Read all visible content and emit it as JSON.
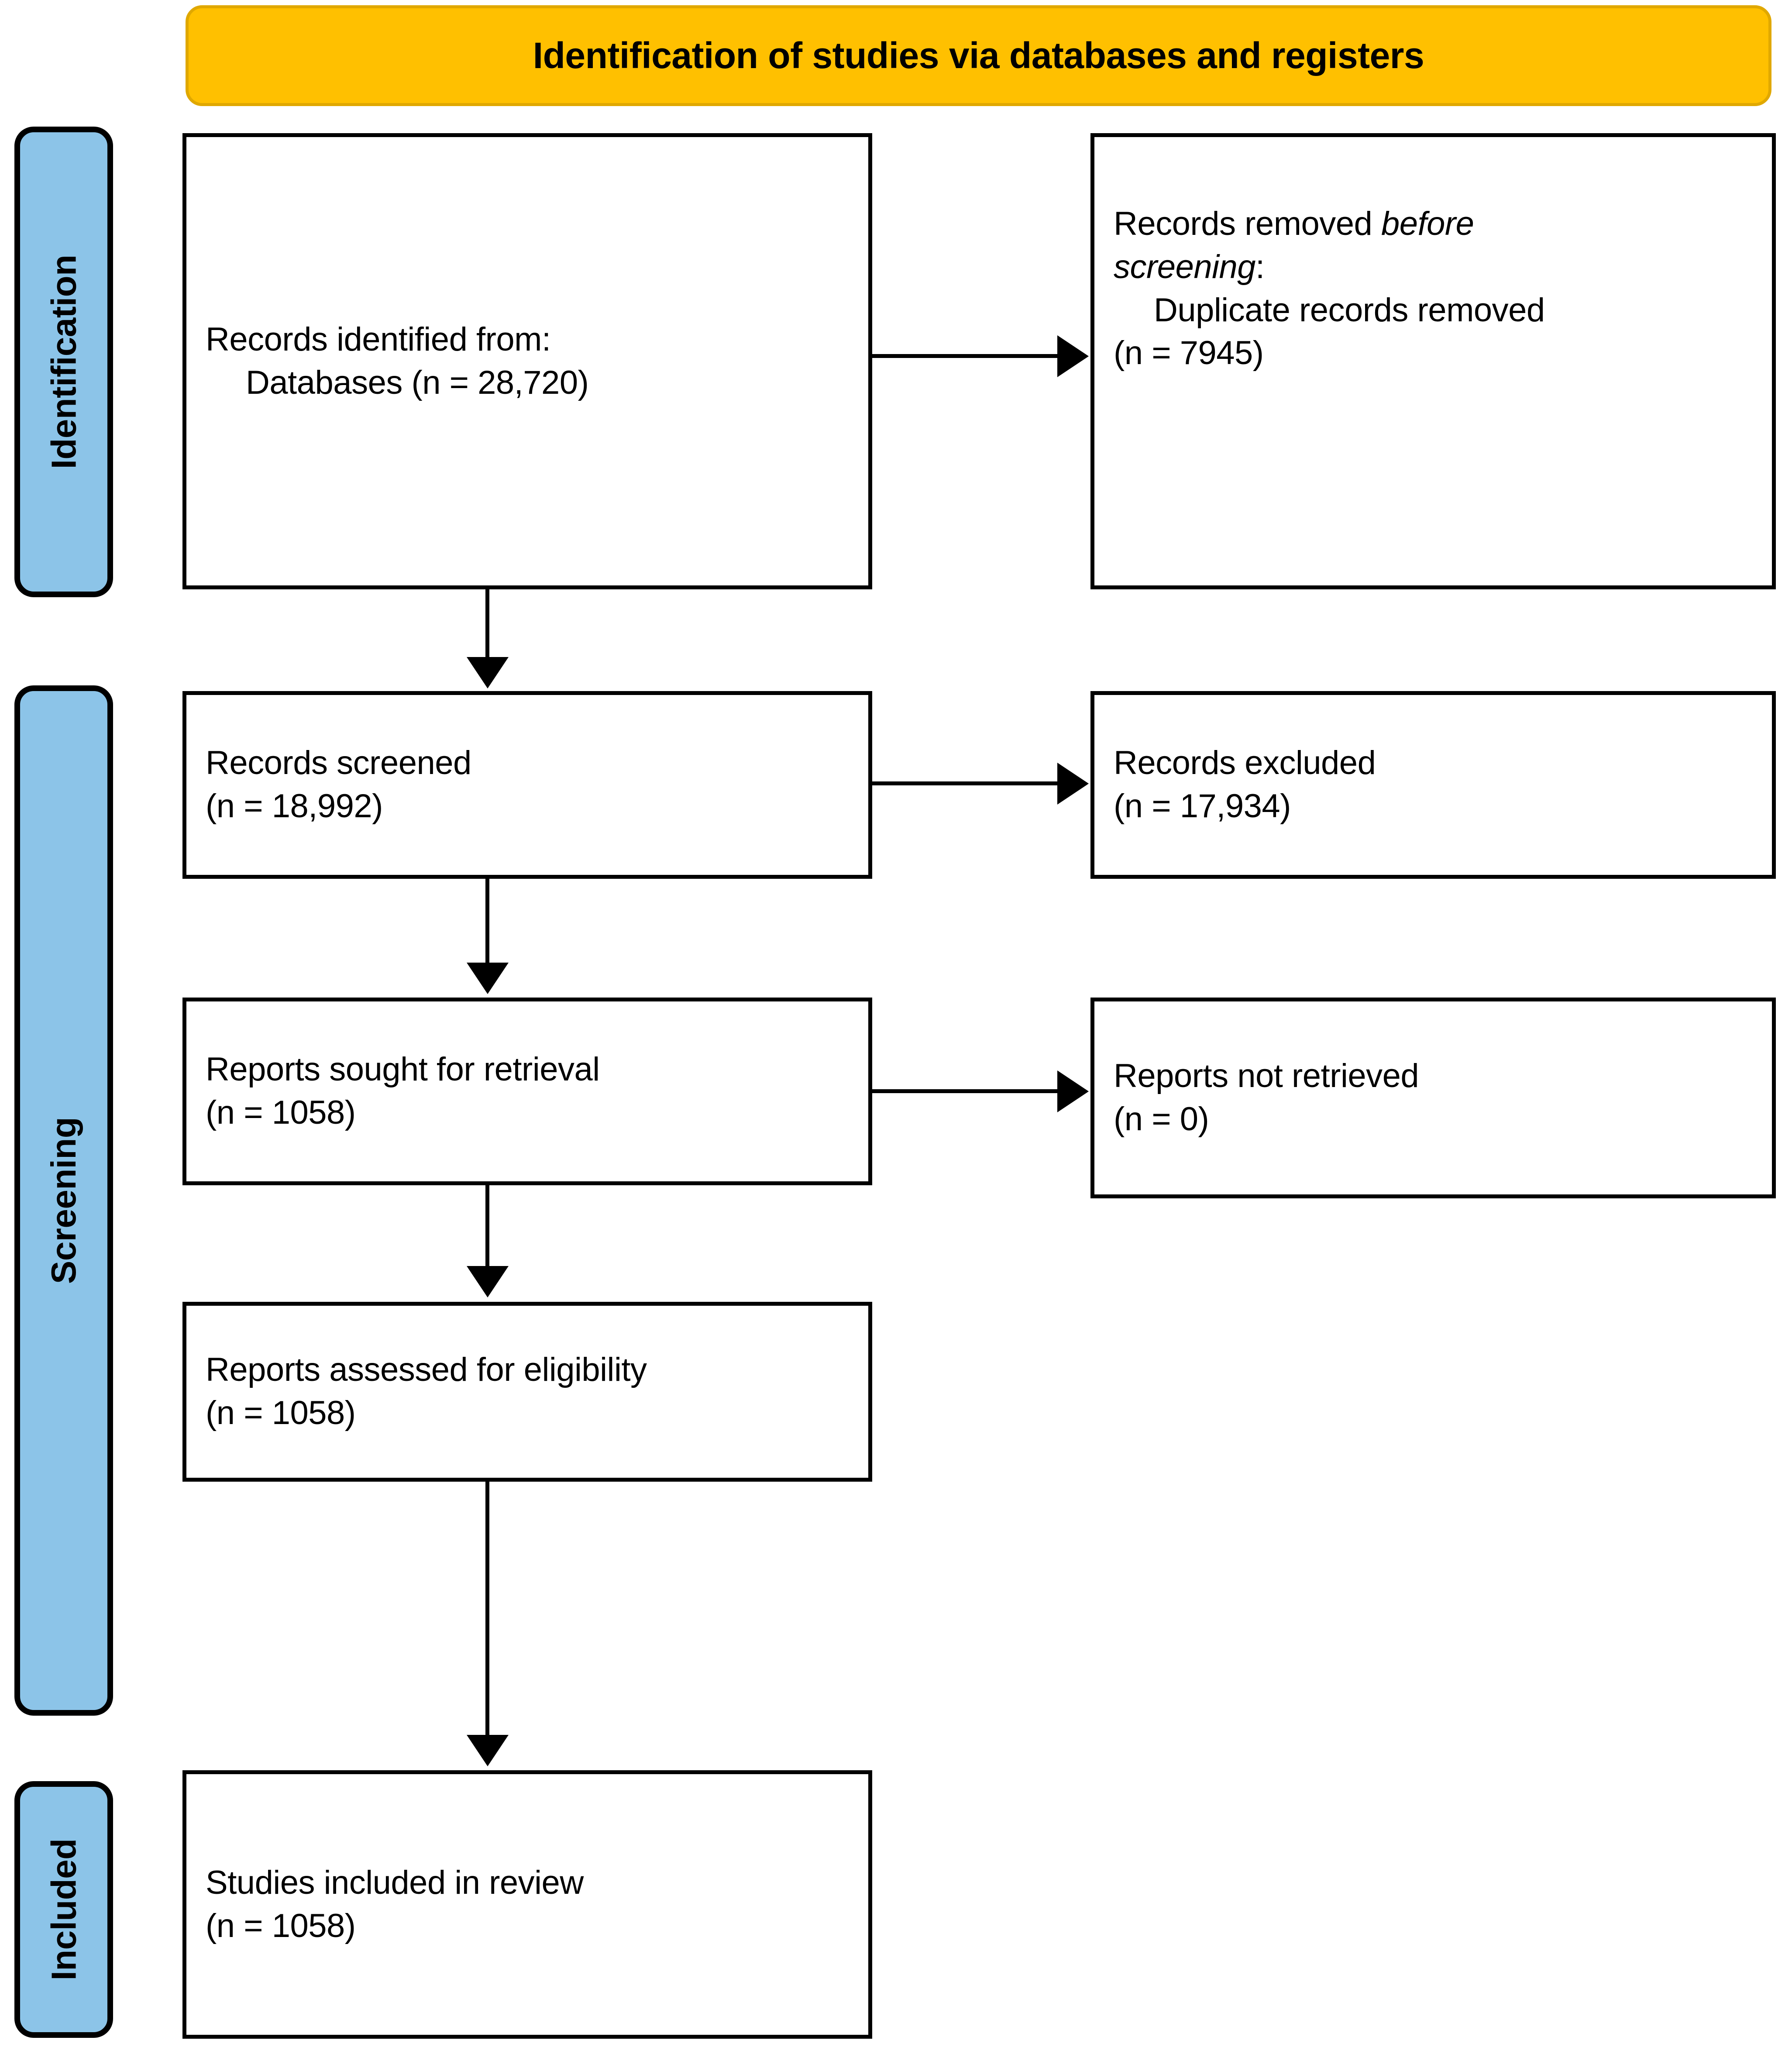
{
  "header": {
    "title": "Identification of studies via databases and registers",
    "background_color": "#FFC000",
    "text_color": "#000000"
  },
  "stage_bars": {
    "background_color": "#8CC4E8",
    "items": [
      {
        "id": "identification",
        "label": "Identification"
      },
      {
        "id": "screening",
        "label": "Screening"
      },
      {
        "id": "included",
        "label": "Included"
      }
    ]
  },
  "flow": {
    "identified": {
      "line1": "Records identified from:",
      "line2": "Databases (n = 28,720)"
    },
    "removed": {
      "line1_prefix": "Records removed ",
      "line1_italic": "before",
      "line2_italic": "screening",
      "line2_suffix": ":",
      "line3": "Duplicate records removed",
      "line4": "(n = 7945)"
    },
    "screened": {
      "line1": "Records screened",
      "line2": "(n = 18,992)"
    },
    "excluded": {
      "line1": "Records excluded",
      "line2": "(n = 17,934)"
    },
    "sought": {
      "line1": "Reports sought for retrieval",
      "line2": "(n = 1058)"
    },
    "not_retrieved": {
      "line1": "Reports not retrieved",
      "line2": "(n = 0)"
    },
    "assessed": {
      "line1": "Reports assessed for eligibility",
      "line2": "(n = 1058)"
    },
    "included": {
      "line1": "Studies included in review",
      "line2": "(n = 1058)"
    }
  },
  "chart_data": {
    "type": "diagram",
    "title": "Identification of studies via databases and registers",
    "nodes": [
      {
        "id": "identified",
        "stage": "Identification",
        "label": "Records identified from: Databases",
        "n": 28720
      },
      {
        "id": "removed",
        "stage": "Identification",
        "label": "Records removed before screening: Duplicate records removed",
        "n": 7945
      },
      {
        "id": "screened",
        "stage": "Screening",
        "label": "Records screened",
        "n": 18992
      },
      {
        "id": "excluded",
        "stage": "Screening",
        "label": "Records excluded",
        "n": 17934
      },
      {
        "id": "sought",
        "stage": "Screening",
        "label": "Reports sought for retrieval",
        "n": 1058
      },
      {
        "id": "not_retrieved",
        "stage": "Screening",
        "label": "Reports not retrieved",
        "n": 0
      },
      {
        "id": "assessed",
        "stage": "Screening",
        "label": "Reports assessed for eligibility",
        "n": 1058
      },
      {
        "id": "included",
        "stage": "Included",
        "label": "Studies included in review",
        "n": 1058
      }
    ],
    "edges": [
      {
        "from": "identified",
        "to": "removed",
        "direction": "right"
      },
      {
        "from": "identified",
        "to": "screened",
        "direction": "down"
      },
      {
        "from": "screened",
        "to": "excluded",
        "direction": "right"
      },
      {
        "from": "screened",
        "to": "sought",
        "direction": "down"
      },
      {
        "from": "sought",
        "to": "not_retrieved",
        "direction": "right"
      },
      {
        "from": "sought",
        "to": "assessed",
        "direction": "down"
      },
      {
        "from": "assessed",
        "to": "included",
        "direction": "down"
      }
    ]
  }
}
